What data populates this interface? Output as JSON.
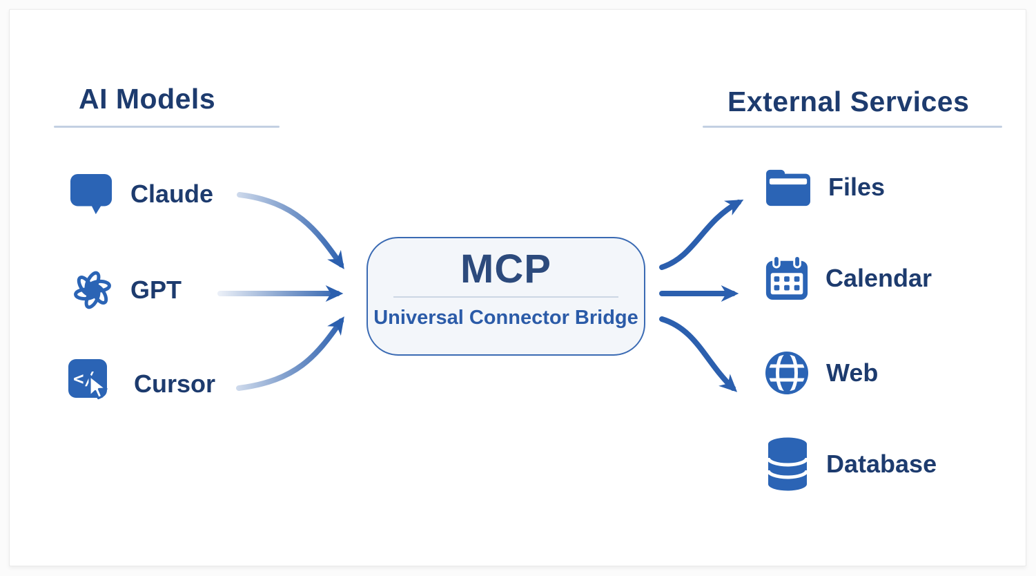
{
  "left_panel": {
    "title": "AI Models",
    "items": [
      {
        "label": "Claude",
        "icon": "chat-bubble-icon"
      },
      {
        "label": "GPT",
        "icon": "openai-icon"
      },
      {
        "label": "Cursor",
        "icon": "cursor-code-icon"
      }
    ]
  },
  "center": {
    "title": "MCP",
    "subtitle": "Universal Connector Bridge"
  },
  "right_panel": {
    "title": "External Services",
    "items": [
      {
        "label": "Files",
        "icon": "folder-icon"
      },
      {
        "label": "Calendar",
        "icon": "calendar-icon"
      },
      {
        "label": "Web",
        "icon": "globe-icon"
      },
      {
        "label": "Database",
        "icon": "database-icon"
      }
    ]
  },
  "connections": {
    "inbound": [
      {
        "from": "Claude",
        "to": "MCP"
      },
      {
        "from": "GPT",
        "to": "MCP"
      },
      {
        "from": "Cursor",
        "to": "MCP"
      }
    ],
    "outbound": [
      {
        "from": "MCP",
        "to": "Files"
      },
      {
        "from": "MCP",
        "to": "Calendar"
      },
      {
        "from": "MCP",
        "to": "Web"
      }
    ]
  },
  "colors": {
    "icon_blue": "#2b64b5",
    "arrow_blue": "#2b5fae",
    "arrow_fade_start": "#eaeff7",
    "heading_navy": "#1d3b6e",
    "mcp_border": "#3a6ab3",
    "mcp_fill": "#f3f6fa",
    "mcp_title": "#2c4a7c",
    "mcp_subtitle": "#2b5ba8",
    "underline": "#c3d0e2"
  }
}
